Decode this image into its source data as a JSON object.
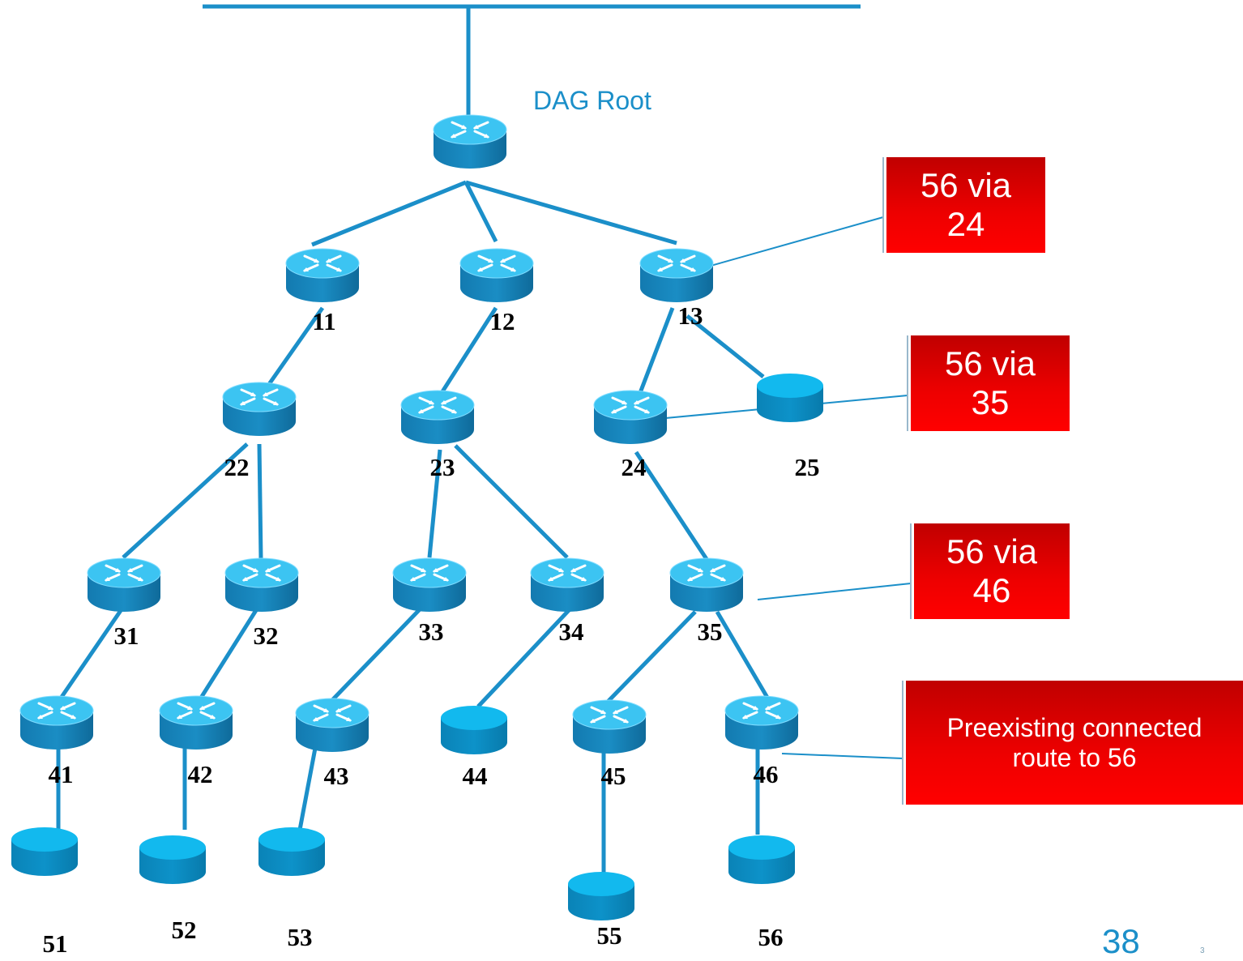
{
  "diagram": {
    "root_label": "DAG Root",
    "nodes": [
      {
        "id": "root",
        "label": "",
        "type": "router"
      },
      {
        "id": "11",
        "label": "11",
        "type": "router"
      },
      {
        "id": "12",
        "label": "12",
        "type": "router"
      },
      {
        "id": "13",
        "label": "13",
        "type": "router"
      },
      {
        "id": "22",
        "label": "22",
        "type": "router"
      },
      {
        "id": "23",
        "label": "23",
        "type": "router"
      },
      {
        "id": "24",
        "label": "24",
        "type": "router"
      },
      {
        "id": "25",
        "label": "25",
        "type": "host"
      },
      {
        "id": "31",
        "label": "31",
        "type": "router"
      },
      {
        "id": "32",
        "label": "32",
        "type": "router"
      },
      {
        "id": "33",
        "label": "33",
        "type": "router"
      },
      {
        "id": "34",
        "label": "34",
        "type": "router"
      },
      {
        "id": "35",
        "label": "35",
        "type": "router"
      },
      {
        "id": "41",
        "label": "41",
        "type": "router"
      },
      {
        "id": "42",
        "label": "42",
        "type": "router"
      },
      {
        "id": "43",
        "label": "43",
        "type": "router"
      },
      {
        "id": "44",
        "label": "44",
        "type": "host"
      },
      {
        "id": "45",
        "label": "45",
        "type": "router"
      },
      {
        "id": "46",
        "label": "46",
        "type": "router"
      },
      {
        "id": "51",
        "label": "51",
        "type": "host"
      },
      {
        "id": "52",
        "label": "52",
        "type": "host"
      },
      {
        "id": "53",
        "label": "53",
        "type": "host"
      },
      {
        "id": "55",
        "label": "55",
        "type": "host"
      },
      {
        "id": "56",
        "label": "56",
        "type": "host"
      }
    ],
    "edges": [
      [
        "backbone",
        "root"
      ],
      [
        "root",
        "11"
      ],
      [
        "root",
        "12"
      ],
      [
        "root",
        "13"
      ],
      [
        "11",
        "22"
      ],
      [
        "12",
        "23"
      ],
      [
        "13",
        "24"
      ],
      [
        "13",
        "25"
      ],
      [
        "22",
        "31"
      ],
      [
        "22",
        "32"
      ],
      [
        "23",
        "33"
      ],
      [
        "23",
        "34"
      ],
      [
        "24",
        "35"
      ],
      [
        "31",
        "41"
      ],
      [
        "32",
        "42"
      ],
      [
        "33",
        "43"
      ],
      [
        "34",
        "44"
      ],
      [
        "35",
        "45"
      ],
      [
        "35",
        "46"
      ],
      [
        "41",
        "51"
      ],
      [
        "42",
        "52"
      ],
      [
        "43",
        "53"
      ],
      [
        "45",
        "55"
      ],
      [
        "46",
        "56"
      ]
    ],
    "callouts": [
      {
        "id": "c13",
        "target": "13",
        "lines": [
          "56 via",
          "24"
        ]
      },
      {
        "id": "c24",
        "target": "24",
        "lines": [
          "56 via",
          "35"
        ]
      },
      {
        "id": "c35",
        "target": "35",
        "lines": [
          "56 via",
          "46"
        ]
      },
      {
        "id": "c46",
        "target": "46",
        "lines": [
          "Preexisting connected",
          "route to 56"
        ]
      }
    ],
    "colors": {
      "link": "#1b8fc9",
      "router_top": "#3cc4f2",
      "router_body": "#1a8dc4",
      "host_top": "#12b9ee",
      "host_body": "#0d92c9",
      "callout": "#e00000"
    }
  },
  "footer": {
    "slide_number": "38",
    "small_number": "3"
  }
}
